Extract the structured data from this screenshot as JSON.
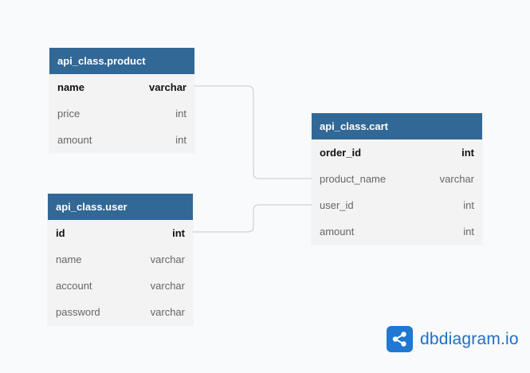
{
  "tables": {
    "product": {
      "name": "api_class.product",
      "fields": [
        {
          "name": "name",
          "type": "varchar"
        },
        {
          "name": "price",
          "type": "int"
        },
        {
          "name": "amount",
          "type": "int"
        }
      ]
    },
    "user": {
      "name": "api_class.user",
      "fields": [
        {
          "name": "id",
          "type": "int"
        },
        {
          "name": "name",
          "type": "varchar"
        },
        {
          "name": "account",
          "type": "varchar"
        },
        {
          "name": "password",
          "type": "varchar"
        }
      ]
    },
    "cart": {
      "name": "api_class.cart",
      "fields": [
        {
          "name": "order_id",
          "type": "int"
        },
        {
          "name": "product_name",
          "type": "varchar"
        },
        {
          "name": "user_id",
          "type": "int"
        },
        {
          "name": "amount",
          "type": "int"
        }
      ]
    }
  },
  "relations": [
    {
      "from": "api_class.product.name",
      "to": "api_class.cart.product_name"
    },
    {
      "from": "api_class.user.id",
      "to": "api_class.cart.user_id"
    }
  ],
  "brand": {
    "text": "dbdiagram.io",
    "icon": "share-nodes-icon",
    "color": "#1f6fc5"
  },
  "colors": {
    "header": "#316896",
    "connector": "#c8c8c8"
  }
}
